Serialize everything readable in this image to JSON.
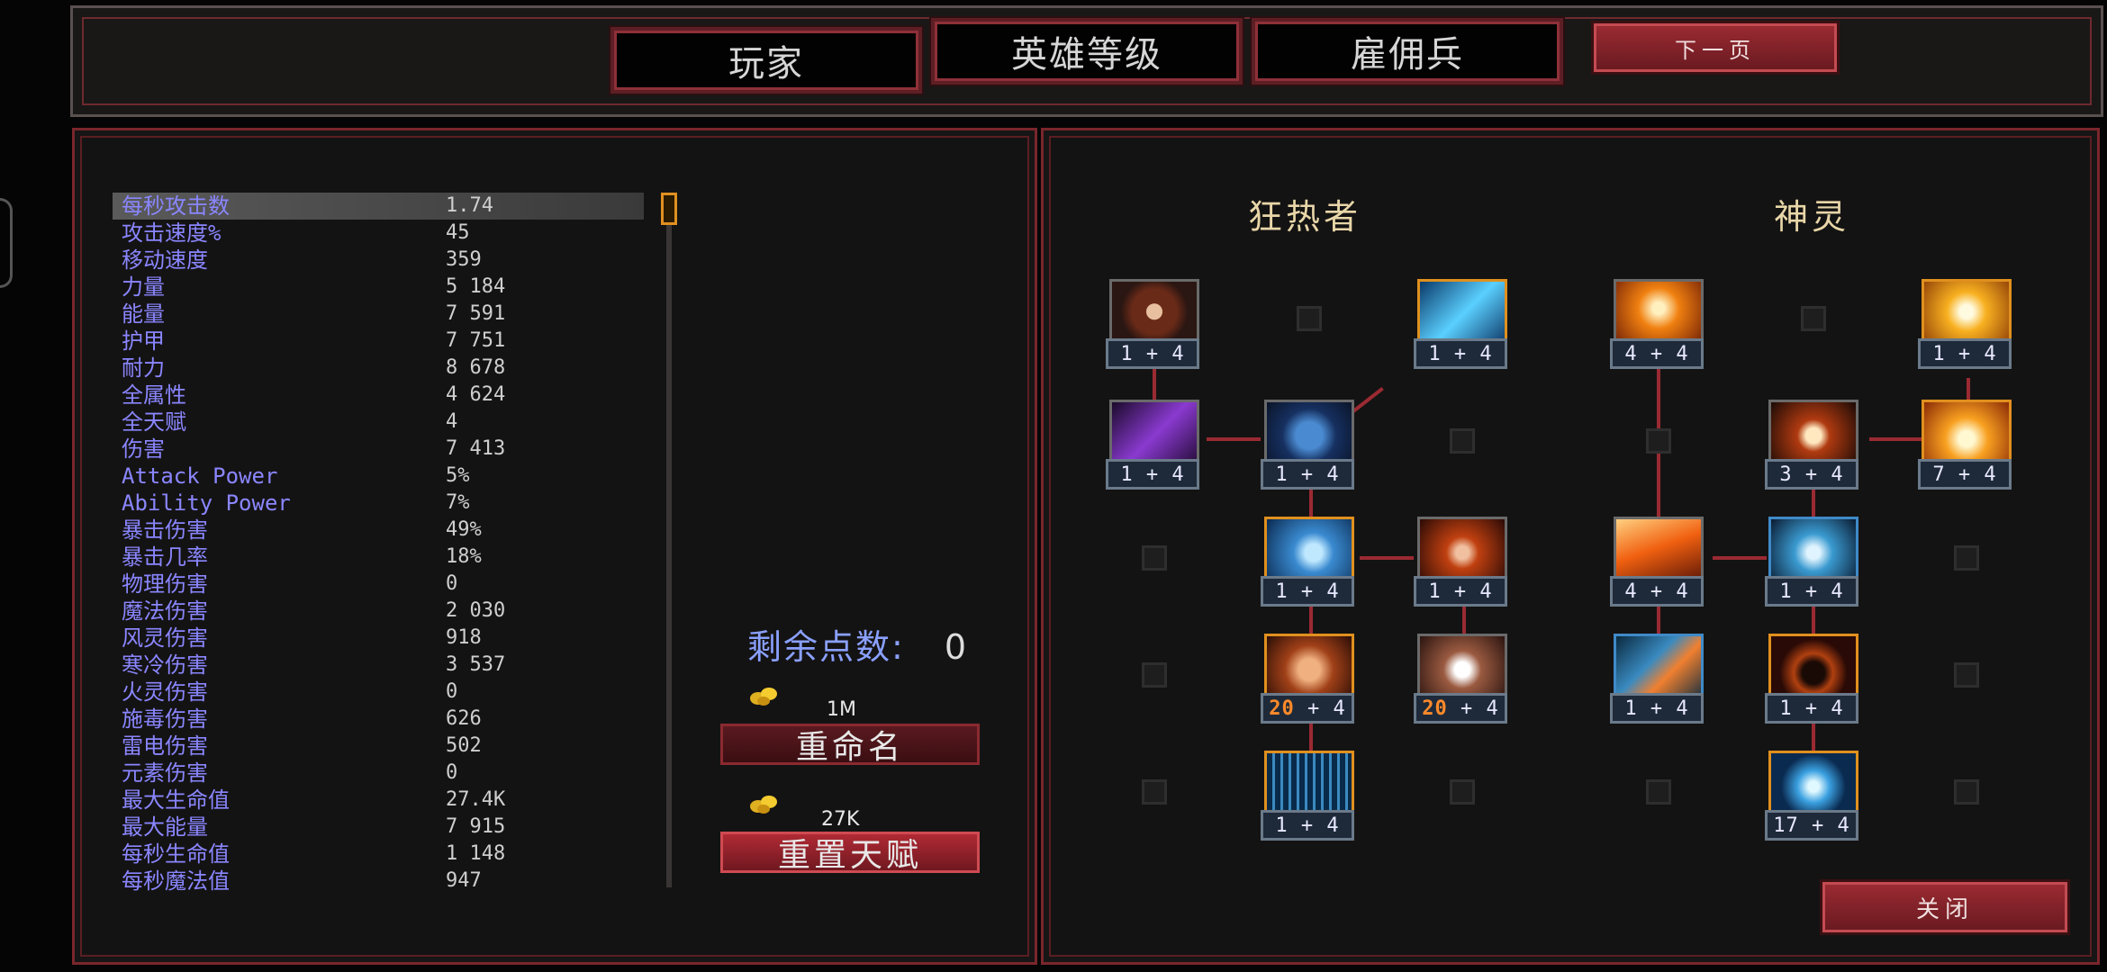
{
  "tabs": [
    {
      "label": "玩家"
    },
    {
      "label": "英雄等级"
    },
    {
      "label": "雇佣兵"
    }
  ],
  "next_page": "下一页",
  "stats": [
    {
      "label": "每秒攻击数",
      "value": "1.74"
    },
    {
      "label": "攻击速度%",
      "value": "45"
    },
    {
      "label": "移动速度",
      "value": "359"
    },
    {
      "label": "力量",
      "value": "5 184"
    },
    {
      "label": "能量",
      "value": "7 591"
    },
    {
      "label": "护甲",
      "value": "7 751"
    },
    {
      "label": "耐力",
      "value": "8 678"
    },
    {
      "label": "全属性",
      "value": "4 624"
    },
    {
      "label": "全天赋",
      "value": "4"
    },
    {
      "label": "伤害",
      "value": "7 413"
    },
    {
      "label": "Attack Power",
      "value": "5%"
    },
    {
      "label": "Ability Power",
      "value": "7%"
    },
    {
      "label": "暴击伤害",
      "value": "49%"
    },
    {
      "label": "暴击几率",
      "value": "18%"
    },
    {
      "label": "物理伤害",
      "value": "0"
    },
    {
      "label": "魔法伤害",
      "value": "2 030"
    },
    {
      "label": "风灵伤害",
      "value": "918"
    },
    {
      "label": "寒冷伤害",
      "value": "3 537"
    },
    {
      "label": "火灵伤害",
      "value": "0"
    },
    {
      "label": "施毒伤害",
      "value": "626"
    },
    {
      "label": "雷电伤害",
      "value": "502"
    },
    {
      "label": "元素伤害",
      "value": "0"
    },
    {
      "label": "最大生命值",
      "value": "27.4K"
    },
    {
      "label": "最大能量",
      "value": "7 915"
    },
    {
      "label": "每秒生命值",
      "value": "1 148"
    },
    {
      "label": "每秒魔法值",
      "value": "947"
    }
  ],
  "points": {
    "label": "剩余点数:",
    "value": "0"
  },
  "rename": {
    "cost": "1M",
    "label": "重命名"
  },
  "reset": {
    "cost": "27K",
    "label": "重置天赋"
  },
  "trees": [
    {
      "title": "狂热者"
    },
    {
      "title": "神灵"
    }
  ],
  "badges": {
    "z1": "1",
    "z2": "1",
    "z3": "1",
    "z4": "1",
    "z5": "1",
    "z6": "1",
    "z7": "20",
    "z8": "20",
    "z9": "1",
    "d1": "4",
    "d2": "1",
    "d3": "3",
    "d4": "7",
    "d5": "4",
    "d6": "1",
    "d7": "1",
    "d8": "1",
    "d9": "17",
    "plus": "4"
  },
  "close": "关闭",
  "colors": {
    "accent_red": "#9a2a32",
    "stat_label": "#8a86ff",
    "tree_title": "#e8d6a8"
  }
}
